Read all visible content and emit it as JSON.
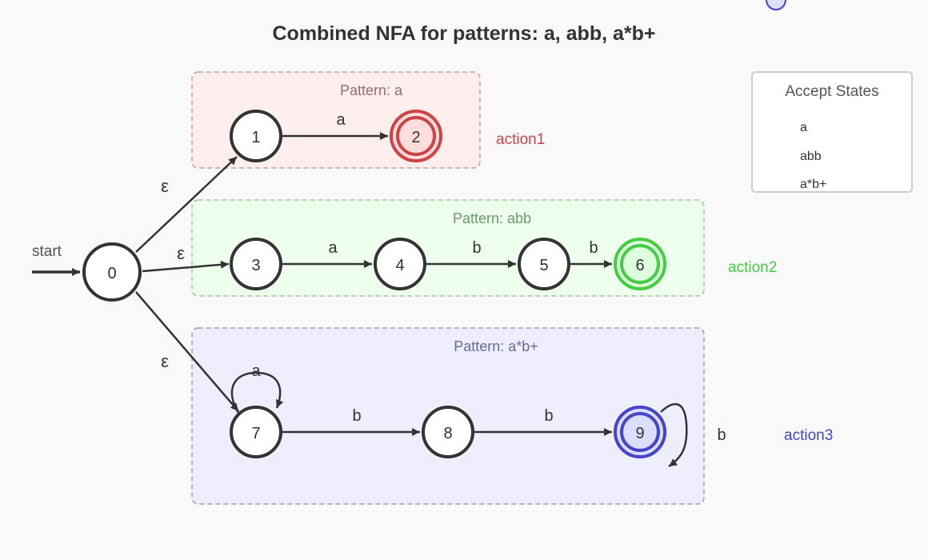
{
  "title": "Combined NFA for patterns: a, abb, a*b+",
  "start_label": "start",
  "colors": {
    "edge": "#333333",
    "pattern_a": {
      "fill": "#ffeeee",
      "border": "#cc9999",
      "label": "#a06a6a",
      "accept": "#cc4444",
      "accept_fill": "#ffdddd"
    },
    "pattern_abb": {
      "fill": "#eeffee",
      "border": "#99cc99",
      "label": "#6a9a6a",
      "accept": "#44cc44",
      "accept_fill": "#ddffdd"
    },
    "pattern_astarbplus": {
      "fill": "#eeeeff",
      "border": "#9999cc",
      "label": "#6a6a9a",
      "accept": "#4444cc",
      "accept_fill": "#ddddff"
    }
  },
  "groups": [
    {
      "id": "a",
      "label": "Pattern: a",
      "action": "action1",
      "color_key": "pattern_a"
    },
    {
      "id": "abb",
      "label": "Pattern: abb",
      "action": "action2",
      "color_key": "pattern_abb"
    },
    {
      "id": "astarbplus",
      "label": "Pattern: a*b+",
      "action": "action3",
      "color_key": "pattern_astarbplus"
    }
  ],
  "states": [
    {
      "id": "0",
      "label": "0",
      "accept": false
    },
    {
      "id": "1",
      "label": "1",
      "accept": false
    },
    {
      "id": "2",
      "label": "2",
      "accept": true,
      "group": "a"
    },
    {
      "id": "3",
      "label": "3",
      "accept": false
    },
    {
      "id": "4",
      "label": "4",
      "accept": false
    },
    {
      "id": "5",
      "label": "5",
      "accept": false
    },
    {
      "id": "6",
      "label": "6",
      "accept": true,
      "group": "abb"
    },
    {
      "id": "7",
      "label": "7",
      "accept": false
    },
    {
      "id": "8",
      "label": "8",
      "accept": false
    },
    {
      "id": "9",
      "label": "9",
      "accept": true,
      "group": "astarbplus"
    }
  ],
  "transitions": [
    {
      "from": "0",
      "to": "1",
      "label": "ε"
    },
    {
      "from": "0",
      "to": "3",
      "label": "ε"
    },
    {
      "from": "0",
      "to": "7",
      "label": "ε"
    },
    {
      "from": "1",
      "to": "2",
      "label": "a"
    },
    {
      "from": "3",
      "to": "4",
      "label": "a"
    },
    {
      "from": "4",
      "to": "5",
      "label": "b"
    },
    {
      "from": "5",
      "to": "6",
      "label": "b"
    },
    {
      "from": "7",
      "to": "7",
      "label": "a"
    },
    {
      "from": "7",
      "to": "8",
      "label": "b"
    },
    {
      "from": "8",
      "to": "9",
      "label": "b"
    },
    {
      "from": "9",
      "to": "9",
      "label": "b"
    }
  ],
  "legend": {
    "title": "Accept States",
    "items": [
      "a",
      "abb",
      "a*b+"
    ]
  }
}
